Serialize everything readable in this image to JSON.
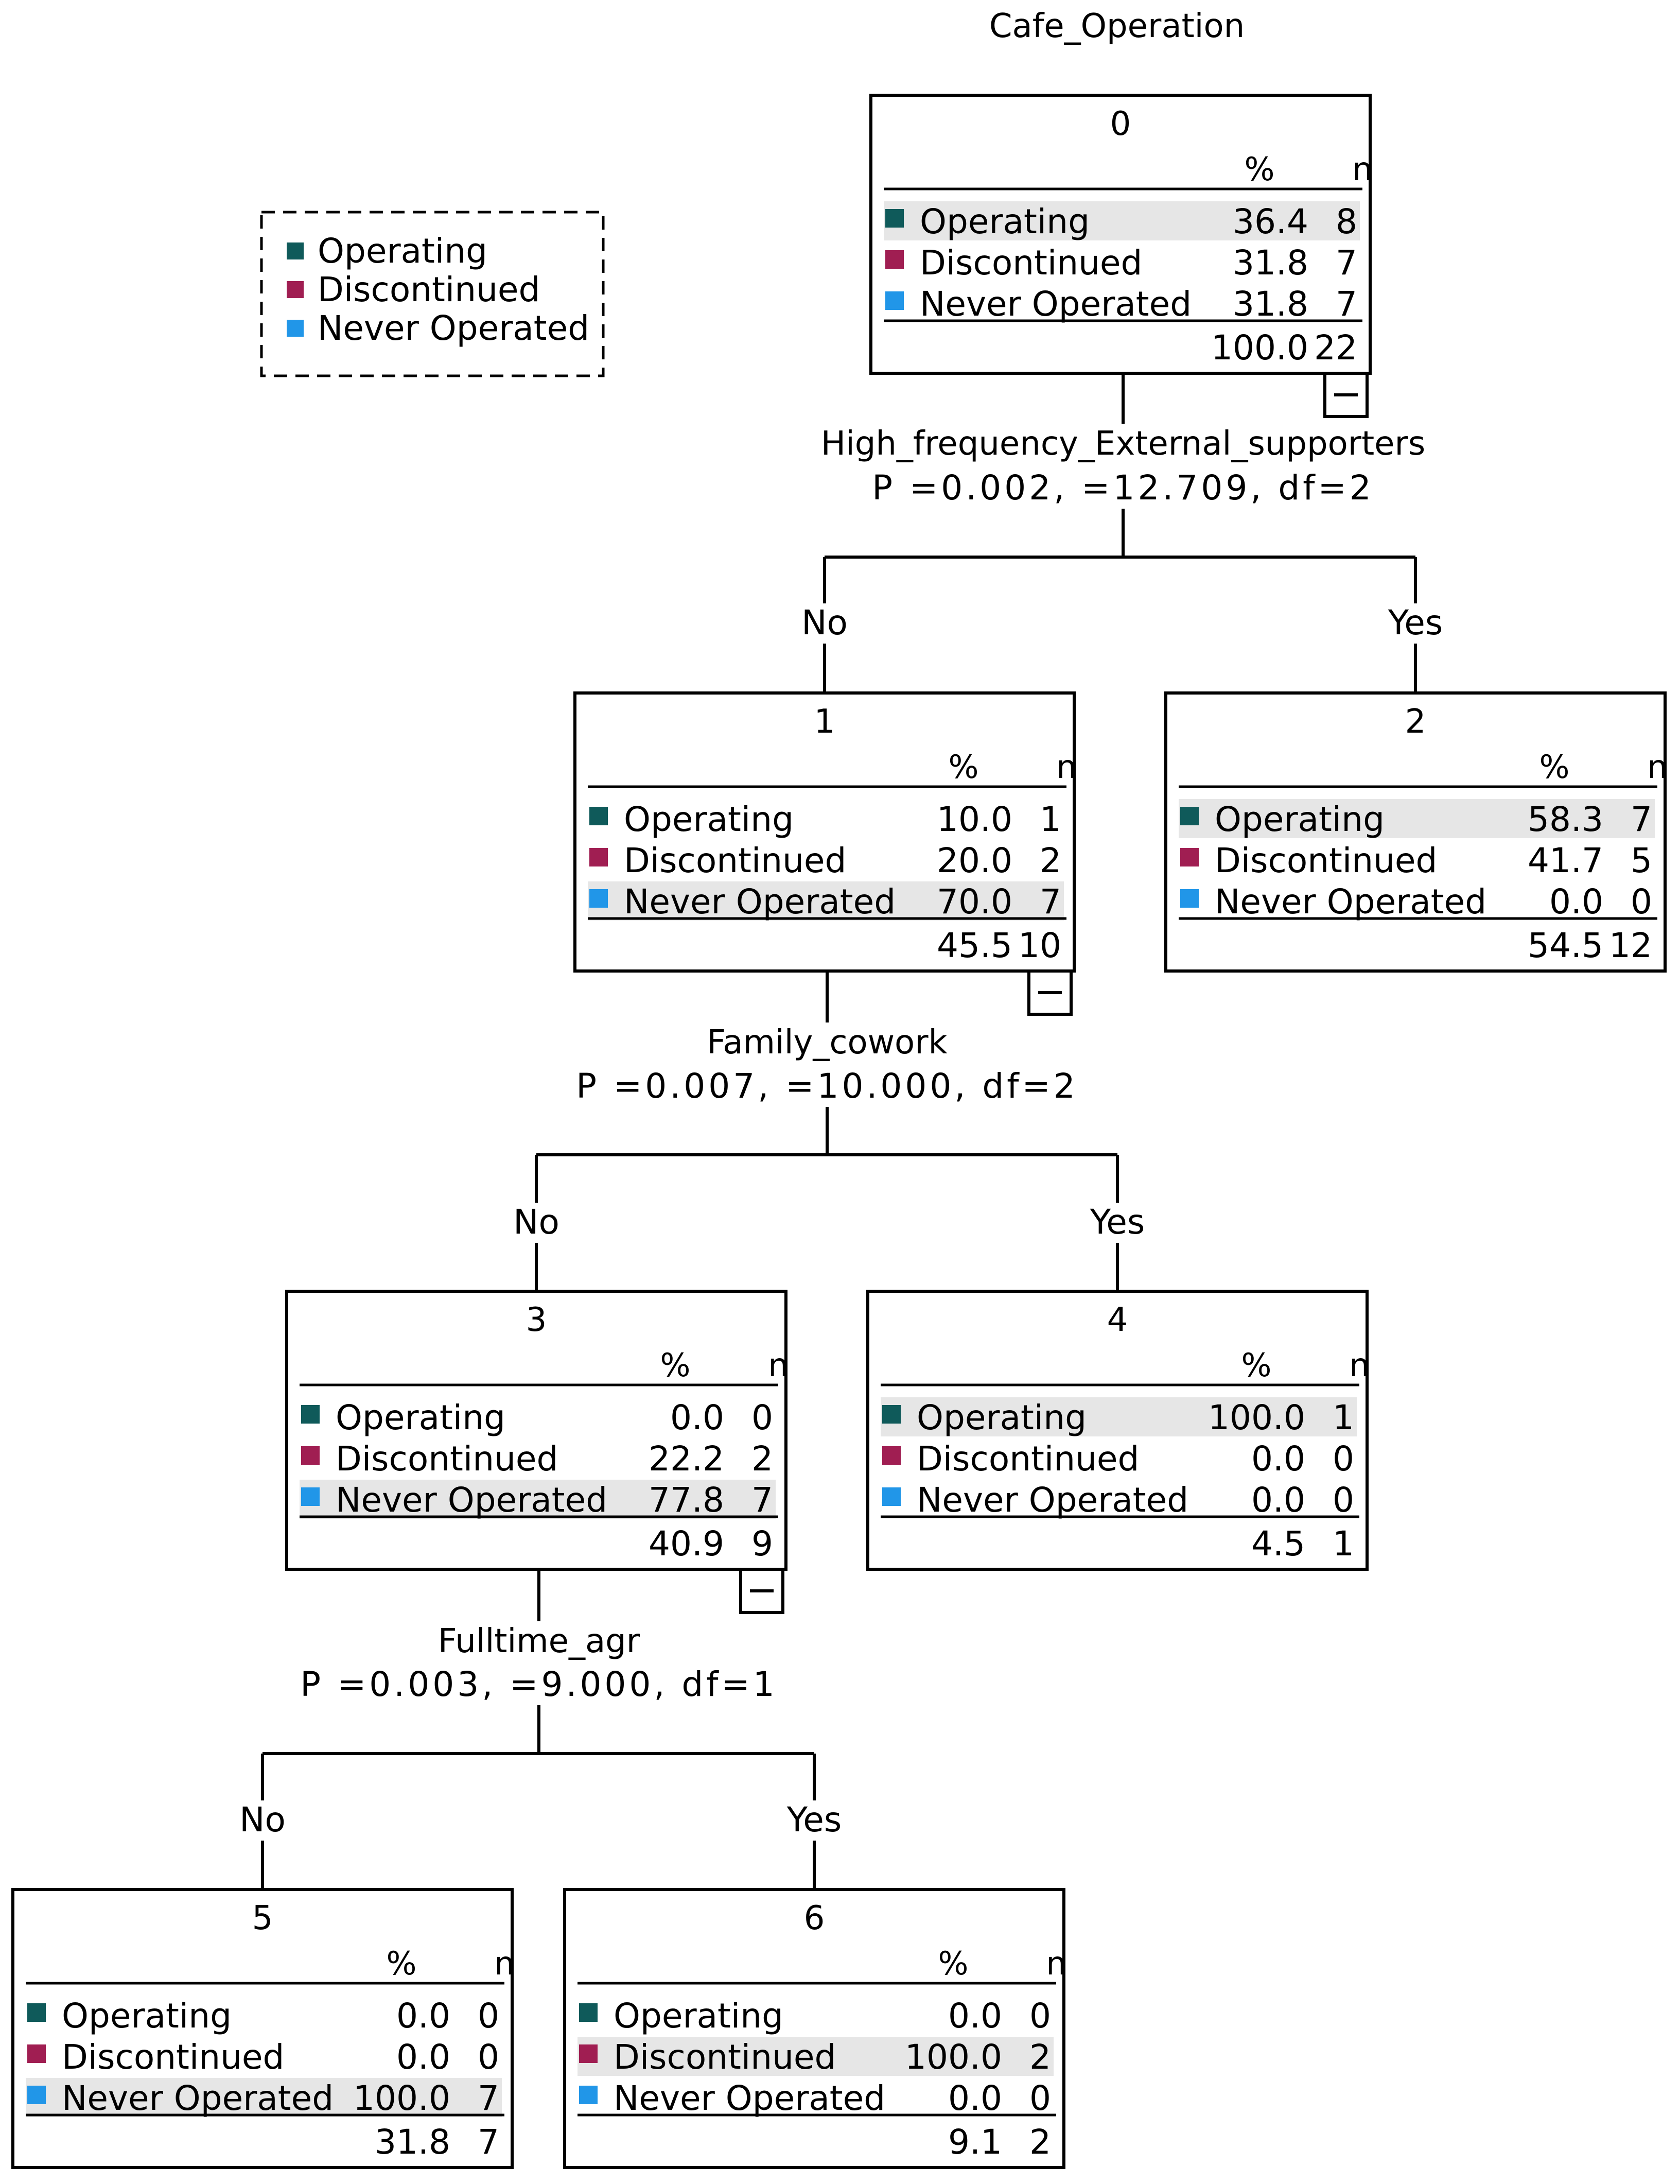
{
  "title": "Cafe_Operation",
  "colors": {
    "Operating": "#0f5a5a",
    "Discontinued": "#a01e52",
    "Never Operated": "#2196e8"
  },
  "legend": [
    "Operating",
    "Discontinued",
    "Never Operated"
  ],
  "col_pct": "%",
  "col_n": "n",
  "collapse_symbol": "−",
  "nodes": [
    {
      "id": "0",
      "rows": [
        {
          "label": "Operating",
          "pct": "36.4",
          "n": "8"
        },
        {
          "label": "Discontinued",
          "pct": "31.8",
          "n": "7"
        },
        {
          "label": "Never Operated",
          "pct": "31.8",
          "n": "7"
        }
      ],
      "total_pct": "100.0",
      "total_n": "22",
      "highlight": 0,
      "collapse": true
    },
    {
      "id": "1",
      "rows": [
        {
          "label": "Operating",
          "pct": "10.0",
          "n": "1"
        },
        {
          "label": "Discontinued",
          "pct": "20.0",
          "n": "2"
        },
        {
          "label": "Never Operated",
          "pct": "70.0",
          "n": "7"
        }
      ],
      "total_pct": "45.5",
      "total_n": "10",
      "highlight": 2,
      "collapse": true
    },
    {
      "id": "2",
      "rows": [
        {
          "label": "Operating",
          "pct": "58.3",
          "n": "7"
        },
        {
          "label": "Discontinued",
          "pct": "41.7",
          "n": "5"
        },
        {
          "label": "Never Operated",
          "pct": "0.0",
          "n": "0"
        }
      ],
      "total_pct": "54.5",
      "total_n": "12",
      "highlight": 0,
      "collapse": false
    },
    {
      "id": "3",
      "rows": [
        {
          "label": "Operating",
          "pct": "0.0",
          "n": "0"
        },
        {
          "label": "Discontinued",
          "pct": "22.2",
          "n": "2"
        },
        {
          "label": "Never Operated",
          "pct": "77.8",
          "n": "7"
        }
      ],
      "total_pct": "40.9",
      "total_n": "9",
      "highlight": 2,
      "collapse": true
    },
    {
      "id": "4",
      "rows": [
        {
          "label": "Operating",
          "pct": "100.0",
          "n": "1"
        },
        {
          "label": "Discontinued",
          "pct": "0.0",
          "n": "0"
        },
        {
          "label": "Never Operated",
          "pct": "0.0",
          "n": "0"
        }
      ],
      "total_pct": "4.5",
      "total_n": "1",
      "highlight": 0,
      "collapse": false
    },
    {
      "id": "5",
      "rows": [
        {
          "label": "Operating",
          "pct": "0.0",
          "n": "0"
        },
        {
          "label": "Discontinued",
          "pct": "0.0",
          "n": "0"
        },
        {
          "label": "Never Operated",
          "pct": "100.0",
          "n": "7"
        }
      ],
      "total_pct": "31.8",
      "total_n": "7",
      "highlight": 2,
      "collapse": false
    },
    {
      "id": "6",
      "rows": [
        {
          "label": "Operating",
          "pct": "0.0",
          "n": "0"
        },
        {
          "label": "Discontinued",
          "pct": "100.0",
          "n": "2"
        },
        {
          "label": "Never Operated",
          "pct": "0.0",
          "n": "0"
        }
      ],
      "total_pct": "9.1",
      "total_n": "2",
      "highlight": 1,
      "collapse": false
    }
  ],
  "splits": [
    {
      "parent": "0",
      "variable": "High_frequency_External_supporters",
      "stat": "P =0.002, =12.709, df=2",
      "branches": [
        {
          "label": "No",
          "child": "1"
        },
        {
          "label": "Yes",
          "child": "2"
        }
      ]
    },
    {
      "parent": "1",
      "variable": "Family_cowork",
      "stat": "P =0.007, =10.000, df=2",
      "branches": [
        {
          "label": "No",
          "child": "3"
        },
        {
          "label": "Yes",
          "child": "4"
        }
      ]
    },
    {
      "parent": "3",
      "variable": "Fulltime_agr",
      "stat": "P =0.003, =9.000, df=1",
      "branches": [
        {
          "label": "No",
          "child": "5"
        },
        {
          "label": "Yes",
          "child": "6"
        }
      ]
    }
  ]
}
